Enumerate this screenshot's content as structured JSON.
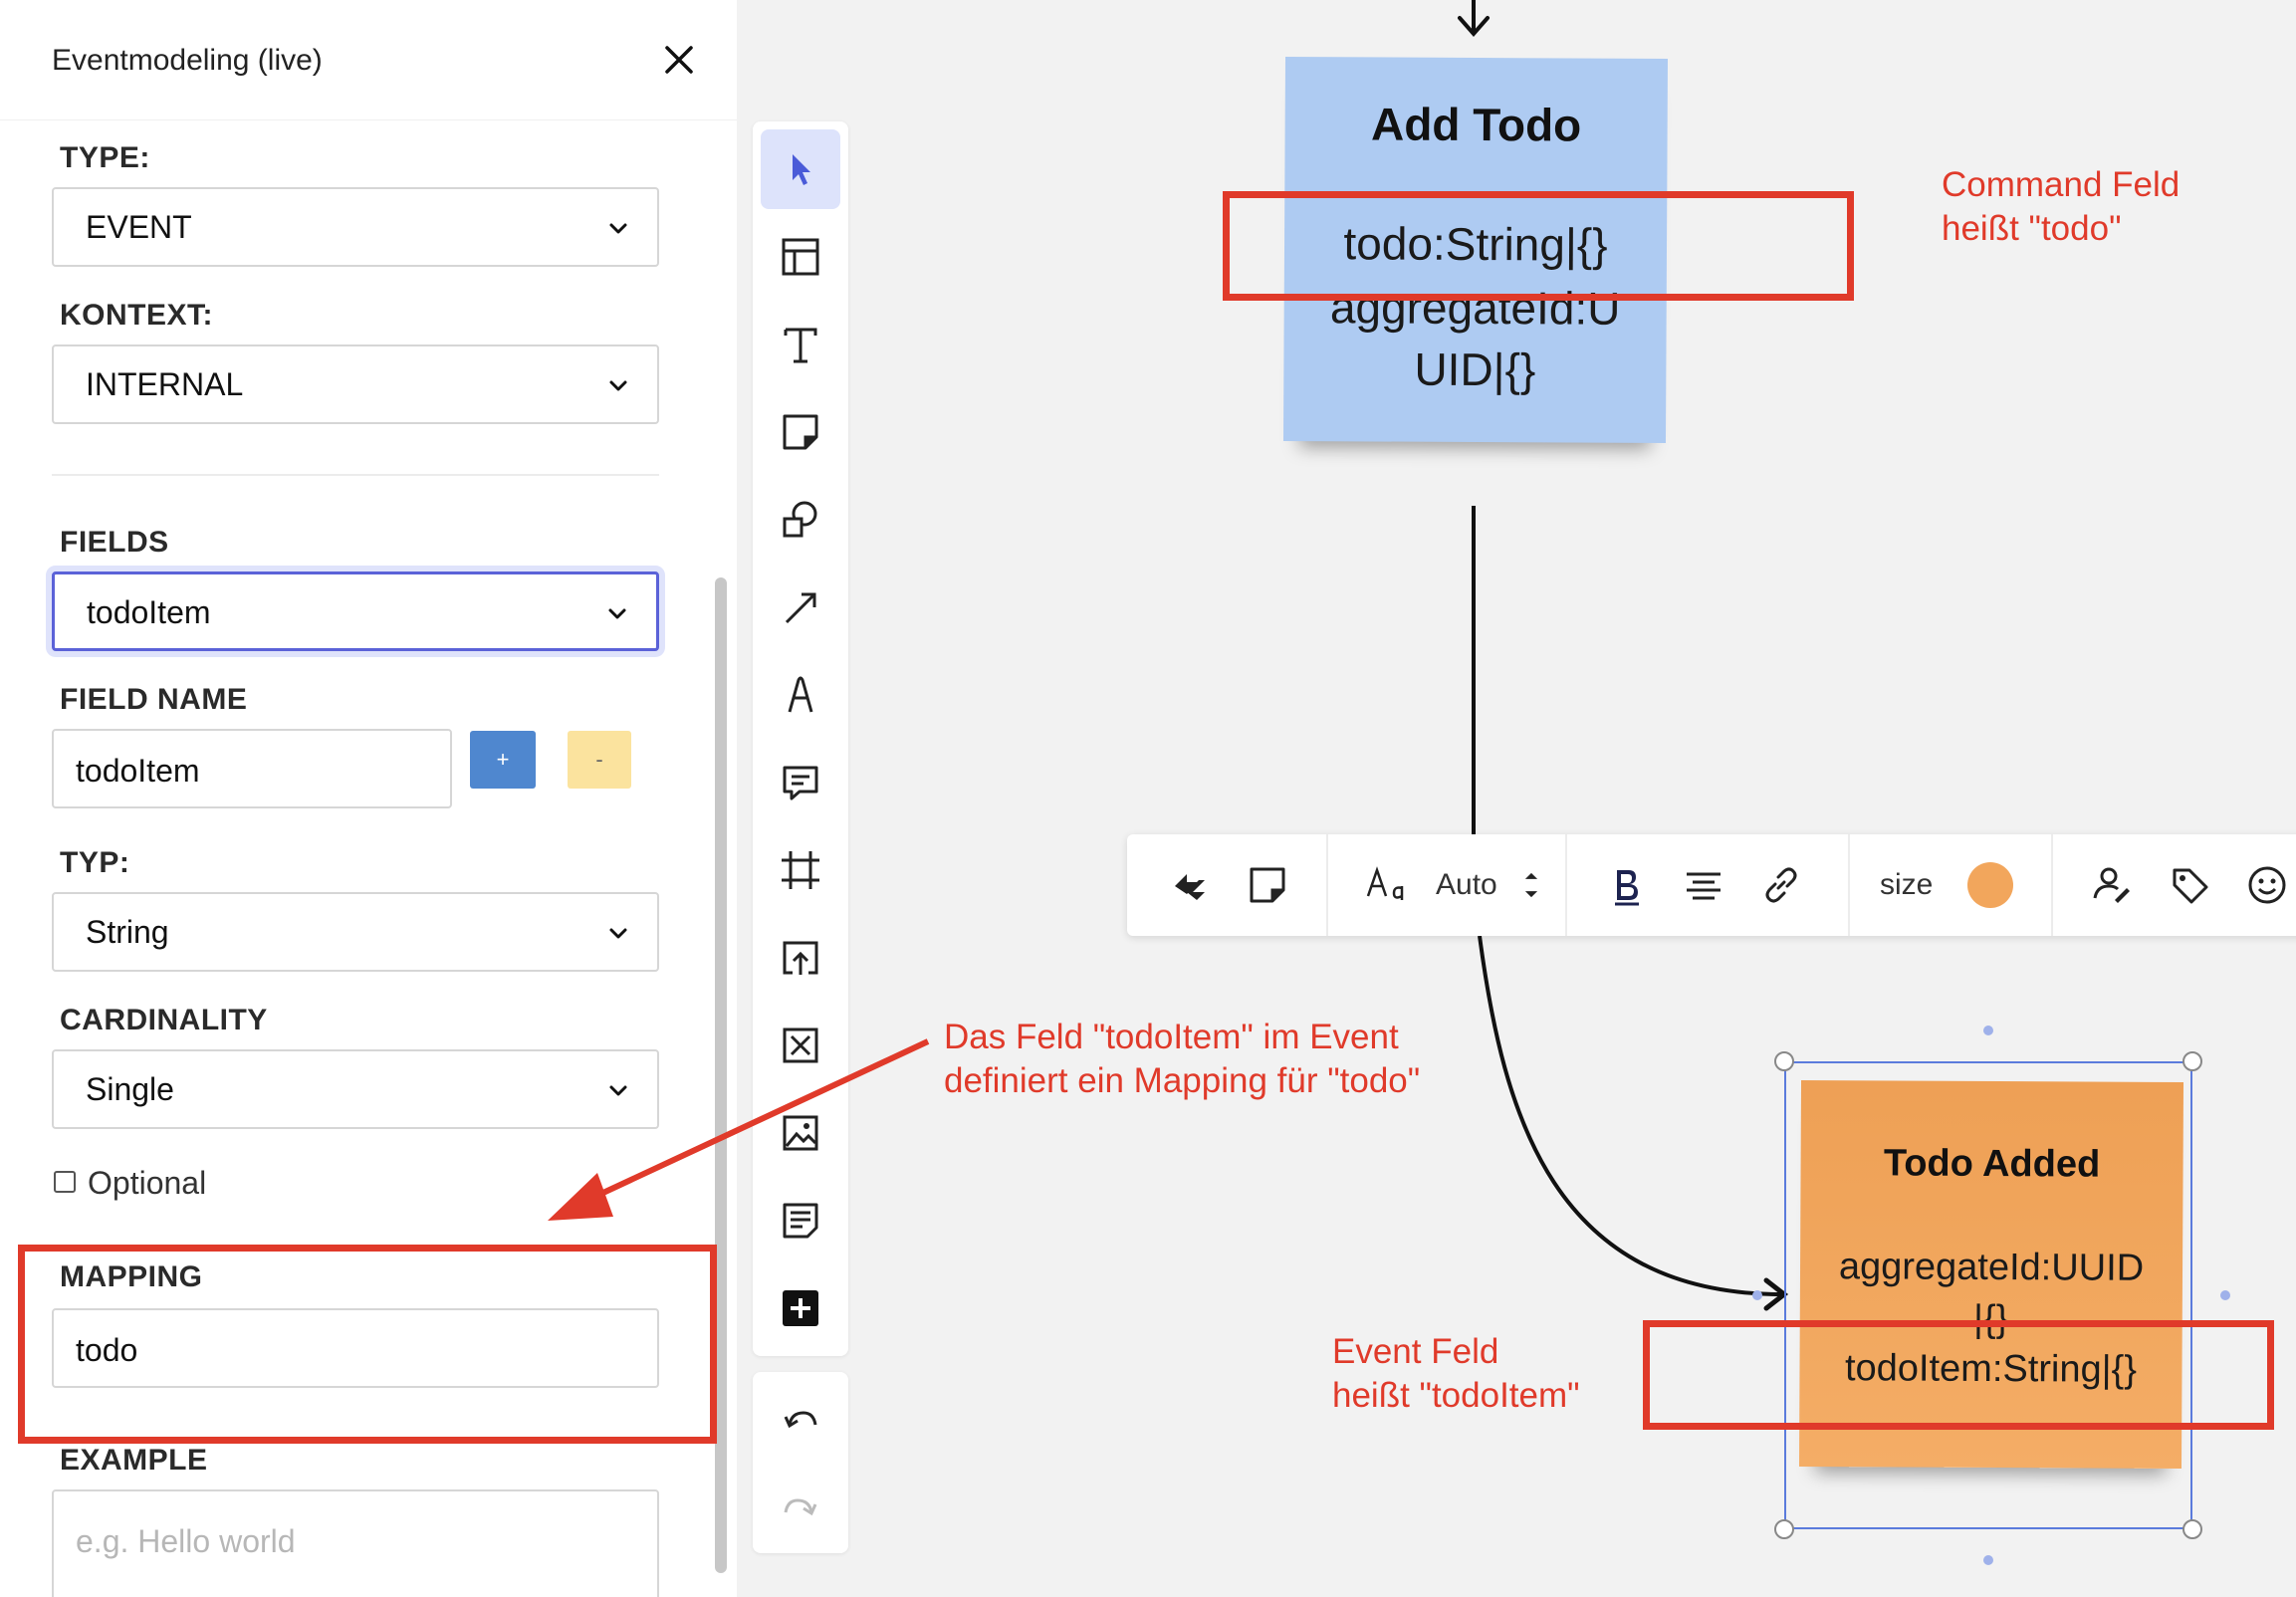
{
  "panel": {
    "title": "Eventmodeling (live)",
    "type_label": "TYPE:",
    "type_value": "EVENT",
    "context_label": "KONTEXT:",
    "context_value": "INTERNAL",
    "fields_label": "FIELDS",
    "fields_value": "todoItem",
    "field_name_label": "FIELD NAME",
    "field_name_value": "todoItem",
    "add_label": "+",
    "remove_label": "-",
    "typ_label": "TYP:",
    "typ_value": "String",
    "cardinality_label": "CARDINALITY",
    "cardinality_value": "Single",
    "optional_label": "Optional",
    "mapping_label": "MAPPING",
    "mapping_value": "todo",
    "example_label": "EXAMPLE",
    "example_placeholder": "e.g. Hello world"
  },
  "canvas": {
    "command_sticky": {
      "title": "Add Todo",
      "lines": [
        "todo:String|{}",
        "aggregateId:U",
        "UID|{}"
      ],
      "color": "#aecbf2"
    },
    "event_sticky": {
      "title": "Todo Added",
      "lines": [
        "aggregateId:UUID",
        "|{}",
        "todoItem:String|{}"
      ],
      "color": "#f2a65c"
    },
    "annotations": {
      "command_note": [
        "Command Feld",
        "heißt \"todo\""
      ],
      "mapping_note": [
        "Das Feld \"todoItem\" im Event",
        "definiert ein Mapping für \"todo\""
      ],
      "event_note": [
        "Event Feld",
        "heißt \"todoItem\""
      ]
    }
  },
  "context_toolbar": {
    "font_size_label": "Auto",
    "size_label": "size",
    "fill_color": "#f2a65c"
  },
  "colors": {
    "accent": "#5b62d8",
    "annotation_red": "#e03a2a",
    "plus_button": "#4f87cf",
    "minus_button": "#fbe39e"
  }
}
